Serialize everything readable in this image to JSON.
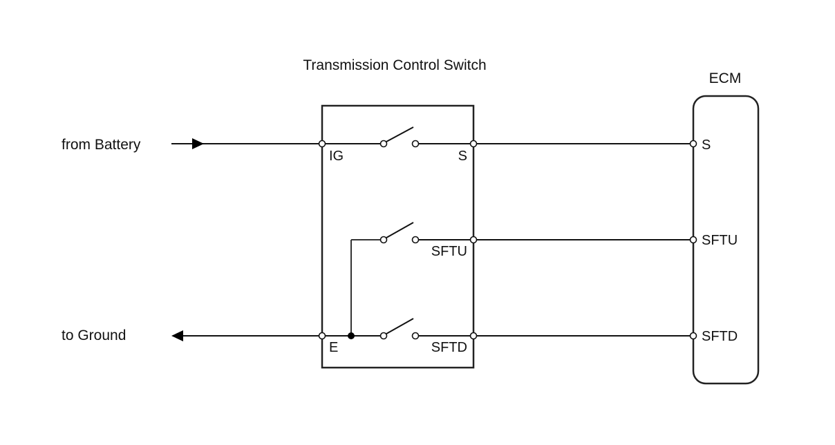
{
  "switch_title": "Transmission Control Switch",
  "ecm_title": "ECM",
  "external": {
    "from_battery": "from Battery",
    "to_ground": "to Ground"
  },
  "switch_terminals": {
    "ig": "IG",
    "s": "S",
    "sftu": "SFTU",
    "e": "E",
    "sftd": "SFTD"
  },
  "ecm_terminals": {
    "s": "S",
    "sftu": "SFTU",
    "sftd": "SFTD"
  }
}
